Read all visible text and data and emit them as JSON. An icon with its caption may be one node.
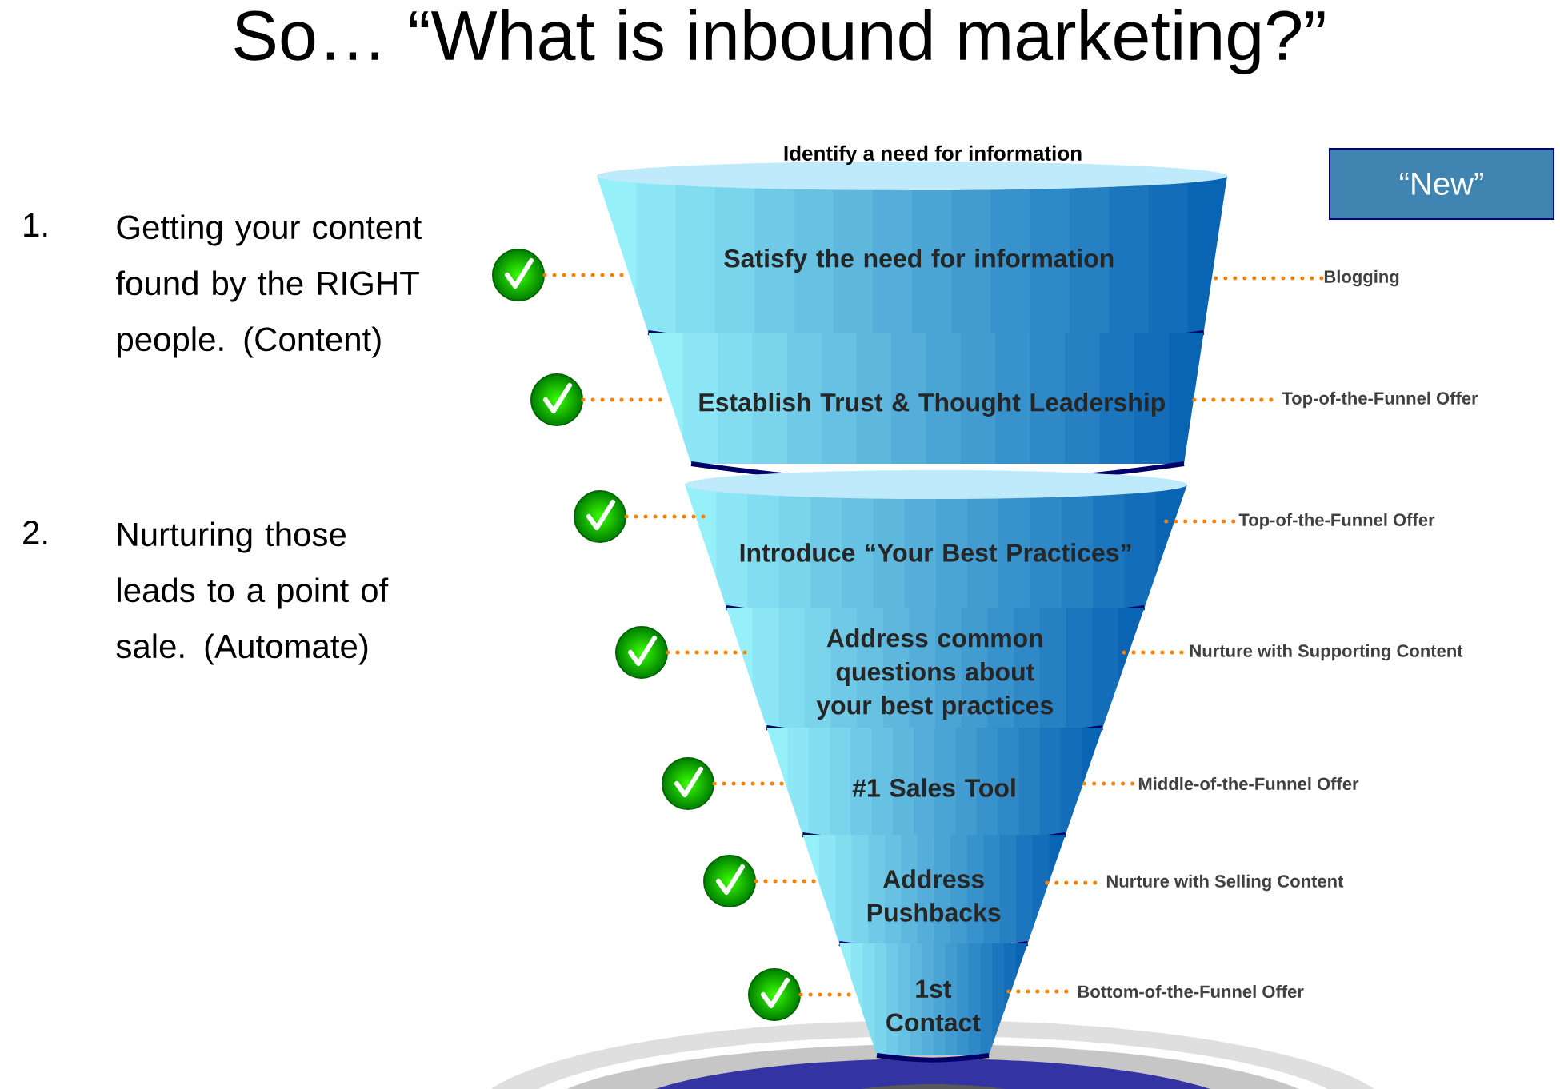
{
  "diagram": {
    "title": "So… “What is inbound marketing?”",
    "nodes": [
      {
        "text": [
          "Satisfy the need for information"
        ]
      },
      {
        "text": [
          "Establish Trust & Thought Leadership"
        ]
      },
      {
        "text": [
          "Introduce “Your Best Practices”"
        ]
      },
      {
        "text": [
          "Address common questions about your best practices"
        ]
      },
      {
        "text": [
          "#1 Sales Tool"
        ]
      },
      {
        "text": [
          "Address Pushbacks"
        ]
      },
      {
        "text": [
          "1st Contact"
        ]
      },
      {
        "text": [],
        "shape": "circle"
      },
      {
        "text": [],
        "shape": "circle"
      },
      {
        "text": [],
        "shape": "circle"
      },
      {
        "text": [],
        "shape": "circle"
      },
      {
        "text": [],
        "shape": "circle"
      },
      {
        "text": [],
        "shape": "circle"
      },
      {
        "text": [],
        "shape": "circle"
      },
      {
        "text": [
          "Blogging"
        ]
      },
      {
        "text": [
          "Top-of-the-Funnel Offer"
        ]
      },
      {
        "text": [
          "Top-of-the-Funnel Offer"
        ]
      },
      {
        "text": [
          "Nurture with Supporting Content"
        ]
      },
      {
        "text": [
          "Middle-of-the-Funnel Offer"
        ]
      },
      {
        "text": [
          "Nurture with Selling Content"
        ]
      },
      {
        "text": [
          "Bottom-of-the-Funnel Offer"
        ]
      },
      {
        "text": [
          "“New”"
        ]
      }
    ],
    "edges": [
      {
        "from": 7,
        "to": 0,
        "arrow": "none",
        "style": "dashed"
      },
      {
        "from": 8,
        "to": 1,
        "arrow": "none",
        "style": "dashed"
      },
      {
        "from": 9,
        "to": 2,
        "arrow": "none",
        "style": "dashed"
      },
      {
        "from": 10,
        "to": 3,
        "arrow": "none",
        "style": "dashed"
      },
      {
        "from": 11,
        "to": 4,
        "arrow": "none",
        "style": "dashed"
      },
      {
        "from": 12,
        "to": 5,
        "arrow": "none",
        "style": "dashed"
      },
      {
        "from": 13,
        "to": 6,
        "arrow": "none",
        "style": "dashed"
      },
      {
        "from": 0,
        "to": 14,
        "arrow": "none",
        "style": "dashed"
      },
      {
        "from": 1,
        "to": 15,
        "arrow": "none",
        "style": "dashed"
      },
      {
        "from": 2,
        "to": 16,
        "arrow": "none",
        "style": "dashed"
      },
      {
        "from": 3,
        "to": 17,
        "arrow": "none",
        "style": "dashed"
      },
      {
        "from": 4,
        "to": 18,
        "arrow": "none",
        "style": "dashed"
      },
      {
        "from": 5,
        "to": 19,
        "arrow": "none",
        "style": "dashed"
      },
      {
        "from": 6,
        "to": 20,
        "arrow": "none",
        "style": "dashed"
      }
    ],
    "labels": [
      "Identify a need for information",
      "1.",
      "Getting your content found by the RIGHT people. (Content)",
      "2.",
      "Nurturing those leads to a point of sale. (Automate)"
    ]
  }
}
